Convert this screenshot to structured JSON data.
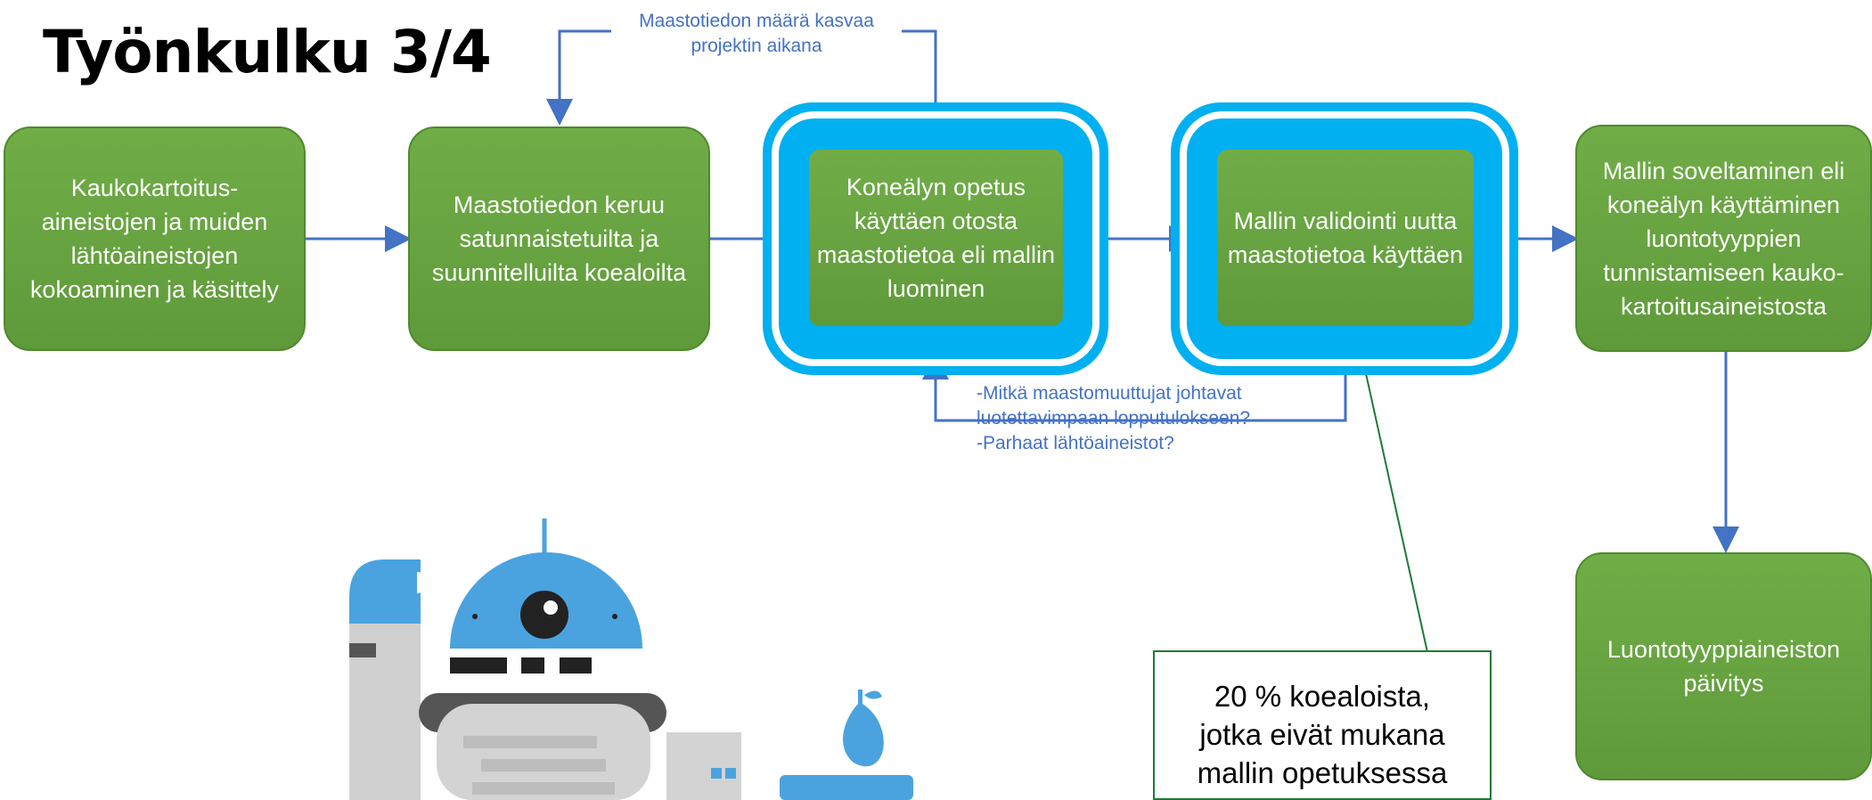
{
  "title": "Työnkulku 3/4",
  "boxes": {
    "b1": "Kaukokartoitus-\naineistojen ja muiden\nlähtöaineistojen\nkokoaminen ja käsittely",
    "b2": "Maastotiedon keruu\nsatunnaistetuilta ja\nsuunnitelluilta koealoilta",
    "b3": "Koneälyn opetus\nkäyttäen otosta\nmaastotietoa eli mallin\nluominen",
    "b4": "Mallin validointi uutta\nmaastotietoa käyttäen",
    "b5": "Mallin soveltaminen eli\nkoneälyn käyttäminen\nluontotyyppien\ntunnistamiseen kauko-\nkartoitusaineistosta",
    "b6": "Luontotyyppiaineiston\npäivitys"
  },
  "notes": {
    "top": "Maastotiedon määrä kasvaa\nprojektin aikana",
    "bottom": "-Mitkä maastomuuttujat johtavat\nluotettavimpaan lopputulokseen?\n-Parhaat lähtöaineistot?"
  },
  "callout": "20 % koealoista,\njotka eivät mukana\nmallin opetuksessa",
  "colors": {
    "box_green": "#70ad47",
    "frame_blue": "#00b0f0",
    "arrow_blue": "#4472c4",
    "callout_line": "#1e7b34"
  }
}
